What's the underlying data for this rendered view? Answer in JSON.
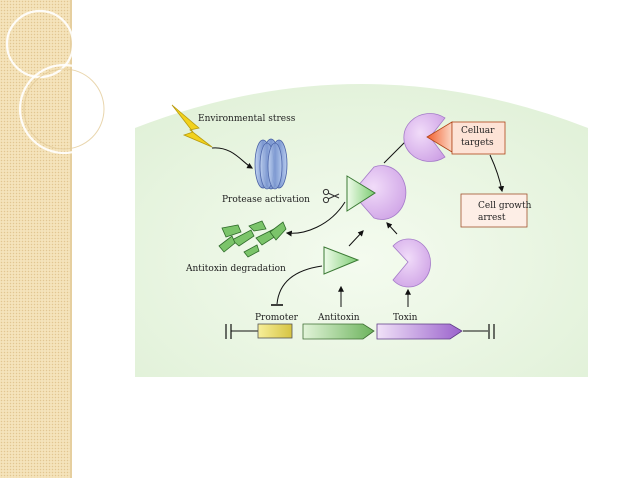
{
  "figure": {
    "labels": {
      "environmental_stress": "Environmental stress",
      "protease_activation": "Protease activation",
      "antitoxin_degradation": "Antitoxin degradation",
      "cellular_targets_line1": "Celluar",
      "cellular_targets_line2": "targets",
      "cell_growth_line1": "Cell growth",
      "cell_growth_line2": "arrest",
      "promoter": "Promoter",
      "antitoxin": "Antitoxin",
      "toxin": "Toxin"
    }
  },
  "colors": {
    "background_panel": "#ecf7e6",
    "strip": "#f3dfb3",
    "protease": "#8aa8dc",
    "antitoxin": "#8fd48a",
    "toxin": "#d8b0ec",
    "lightning": "#f2d21c",
    "target": "#f0855a",
    "promoter_gene": "#ddd05a",
    "antitoxin_gene": "#86c476",
    "toxin_gene": "#ad7ad6"
  },
  "icons": [
    "lightning-icon",
    "protease-icon",
    "scissors-icon",
    "antitoxin-fragments-icon"
  ]
}
